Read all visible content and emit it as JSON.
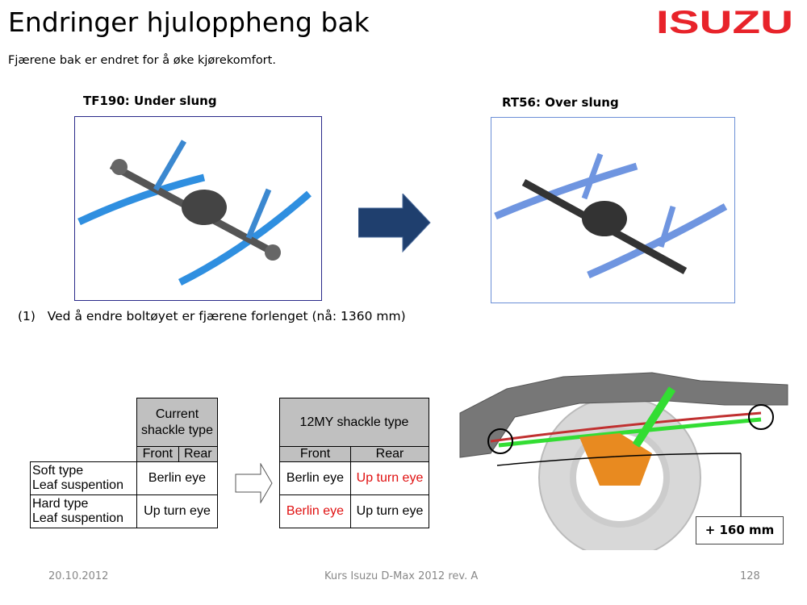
{
  "title": "Endringer hjuloppheng bak",
  "subtitle": "Fjærene bak er endret for å øke kjørekomfort.",
  "logo_text": "ISUZU",
  "brand_color": "#e8232a",
  "left_image_label": "TF190: Under slung",
  "right_image_label": "RT56: Over slung",
  "caption": "(1)   Ved å endre boltøyet er fjærene forlenget (nå: 1360 mm)",
  "current_table": {
    "header": "Current shackle type",
    "sub_headers": [
      "Front",
      "Rear"
    ],
    "rows": [
      {
        "label_line1": "Soft type",
        "label_line2": "Leaf suspention",
        "value": "Berlin eye"
      },
      {
        "label_line1": "Hard type",
        "label_line2": "Leaf suspention",
        "value": "Up turn eye"
      }
    ]
  },
  "new_table": {
    "header": "12MY shackle type",
    "sub_headers": [
      "Front",
      "Rear"
    ],
    "rows": [
      {
        "front": "Berlin eye",
        "rear": "Up turn eye"
      },
      {
        "front": "Berlin eye",
        "rear": "Up turn eye"
      }
    ]
  },
  "dimension_label": "+ 160 mm",
  "footer": {
    "date": "20.10.2012",
    "course": "Kurs Isuzu D-Max 2012 rev. A",
    "page": "128"
  }
}
